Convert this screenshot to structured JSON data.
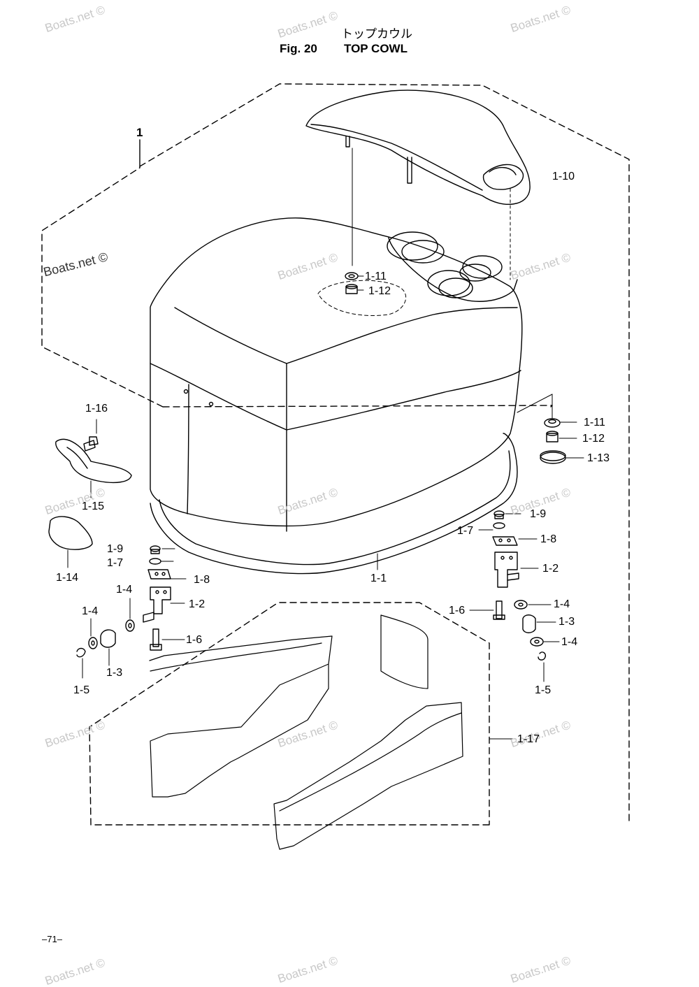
{
  "header": {
    "title_jp": "トップカウル",
    "fig_number": "Fig. 20",
    "fig_title": "TOP COWL"
  },
  "watermark": "Boats.net ©",
  "page_number": "–71–",
  "callouts": {
    "c1": "1",
    "c1_10": "1-10",
    "c1_11_top": "1-11",
    "c1_12_top": "1-12",
    "c1_16": "1-16",
    "c1_15": "1-15",
    "c1_14": "1-14",
    "c1_11_r": "1-11",
    "c1_12_r": "1-12",
    "c1_13": "1-13",
    "c1_9_r": "1-9",
    "c1_7_r": "1-7",
    "c1_8_r": "1-8",
    "c1_2_r": "1-2",
    "c1_1": "1-1",
    "c1_9_l": "1-9",
    "c1_7_l": "1-7",
    "c1_8_l": "1-8",
    "c1_4_l1": "1-4",
    "c1_4_l2": "1-4",
    "c1_2_l": "1-2",
    "c1_6_l": "1-6",
    "c1_3_l": "1-3",
    "c1_5_l": "1-5",
    "c1_6_r": "1-6",
    "c1_4_r1": "1-4",
    "c1_3_r": "1-3",
    "c1_4_r2": "1-4",
    "c1_5_r": "1-5",
    "c1_17": "1-17"
  }
}
